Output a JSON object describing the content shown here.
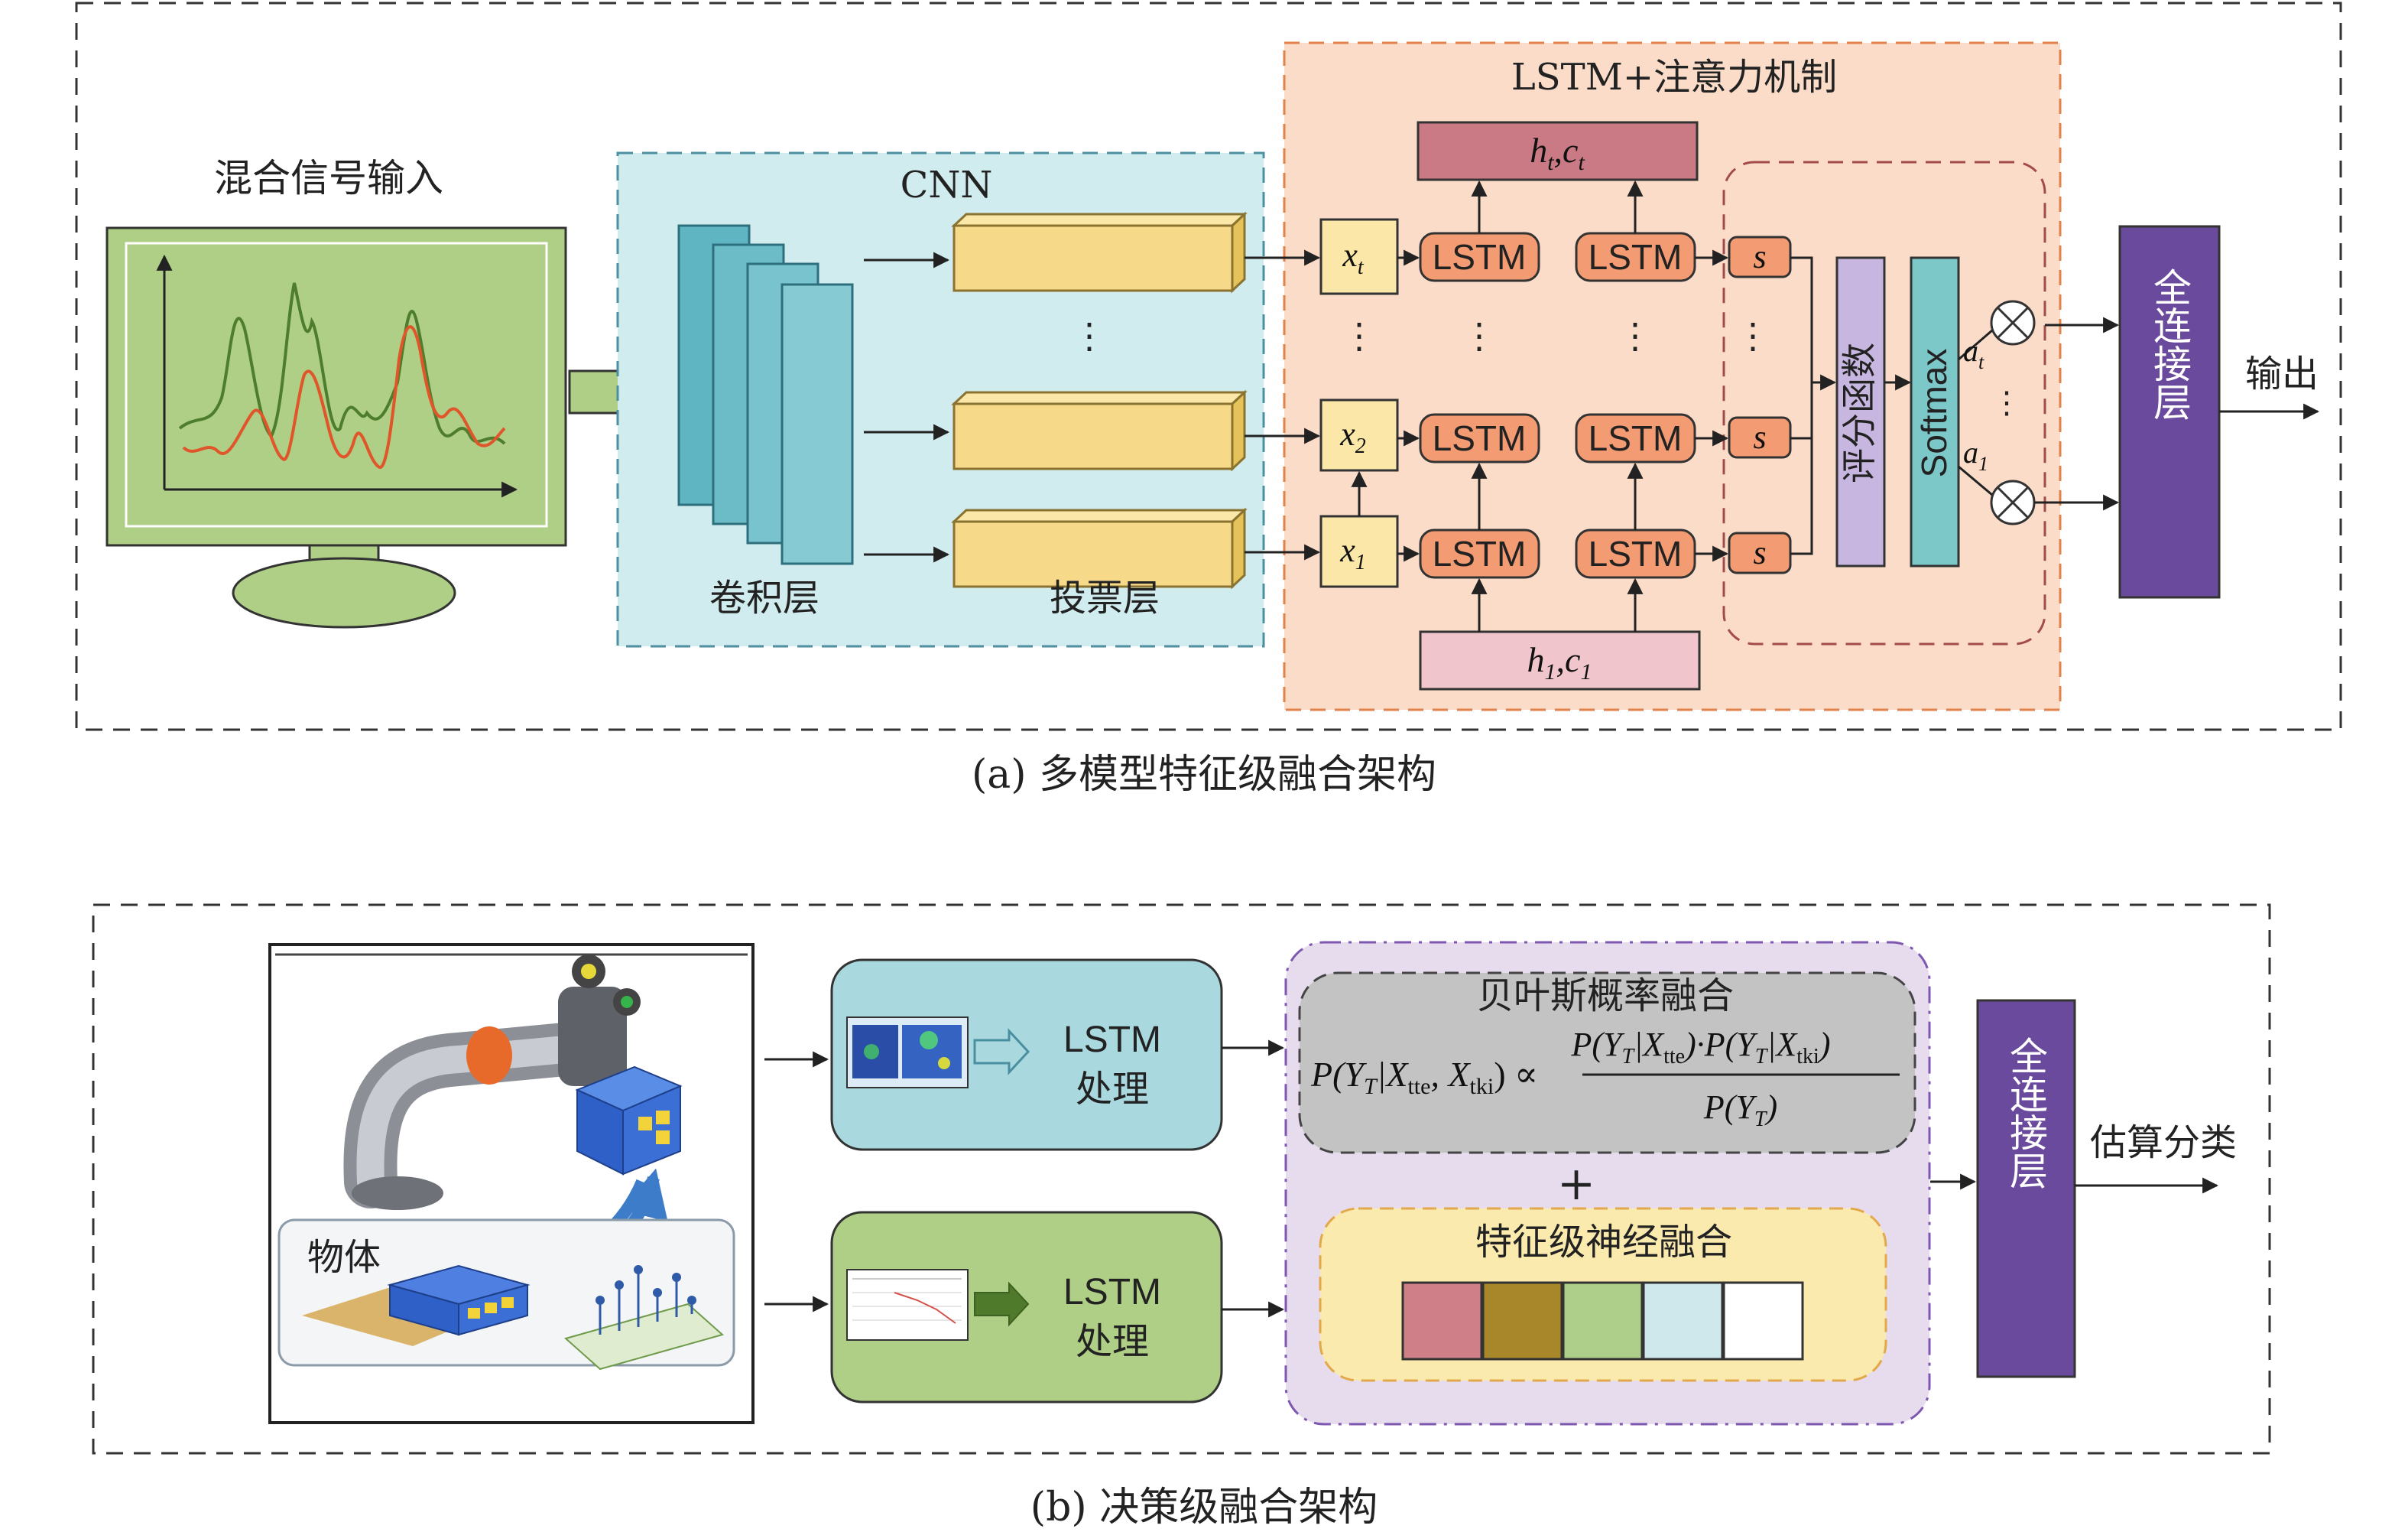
{
  "panel_a": {
    "caption": "(a) 多模型特征级融合架构",
    "input_label": "混合信号输入",
    "cnn_label": "CNN",
    "conv_label": "卷积层",
    "vote_label": "投票层",
    "lstm_attention_title": "LSTM+注意力机制",
    "ht_ct": "h",
    "ht_ct_sub1": "t",
    "ht_ct_sep": ",c",
    "ht_ct_sub2": "t",
    "h1_c1": "h",
    "h1_c1_sub1": "1",
    "h1_c1_sep": ",c",
    "h1_c1_sub2": "1",
    "x_t": "x",
    "x_t_sub": "t",
    "x_2": "x",
    "x_2_sub": "2",
    "x_1": "x",
    "x_1_sub": "1",
    "lstm": "LSTM",
    "s": "s",
    "score_fn": "评分函数",
    "softmax": "Softmax",
    "a_t": "a",
    "a_t_sub": "t",
    "a_1": "a",
    "a_1_sub": "1",
    "fc": "全连接层",
    "output": "输出",
    "vdots": "⋮"
  },
  "panel_b": {
    "caption": "(b) 决策级融合架构",
    "object_label": "物体",
    "lstm_proc_line1": "LSTM",
    "lstm_proc_line2": "处理",
    "bayes_title": "贝叶斯概率融合",
    "formula_lhs": "P(Y",
    "formula_lhs_sub": "T",
    "formula_lhs_rest": "|X",
    "formula_x1_sub": "tte",
    "formula_mid": ", X",
    "formula_x2_sub": "tki",
    "formula_close": ") ∝",
    "formula_num": "P(Y_T|X_tte)·P(Y_T|X_tki)",
    "formula_den": "P(Y_T)",
    "plus": "+",
    "neural_title": "特征级神经融合",
    "fc": "全连接层",
    "estimate": "估算分类",
    "feature_colors": [
      "#cf7f87",
      "#a8862a",
      "#aecf8a",
      "#cfe8ec",
      "#ffffff"
    ]
  }
}
